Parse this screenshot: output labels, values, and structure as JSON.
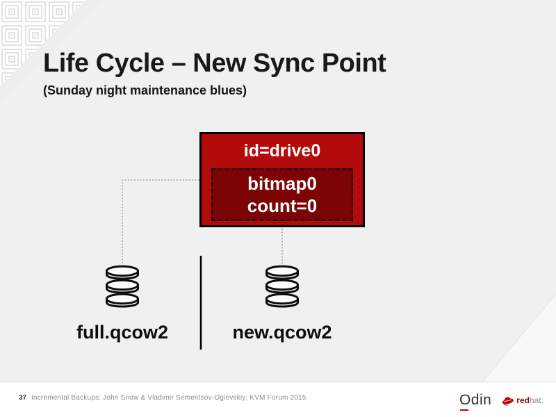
{
  "slide": {
    "title": "Life Cycle – New Sync Point",
    "subtitle": "(Sunday night maintenance blues)"
  },
  "diagram": {
    "drive_box_label": "id=drive0",
    "bitmap_line1": "bitmap0",
    "bitmap_line2": "count=0",
    "left_disk_label": "full.qcow2",
    "right_disk_label": "new.qcow2"
  },
  "footer": {
    "page_number": "37",
    "credit": "Incremental Backups: John Snow & Vladimir Sementsov-Ogievskiy; KVM Forum 2015"
  },
  "logos": {
    "odin": "Odin",
    "redhat_bold": "red",
    "redhat_light": "hat."
  },
  "icons": {
    "left_disk": "database-icon",
    "right_disk": "database-icon",
    "redhat": "fedora-hat-icon"
  },
  "colors": {
    "drive_box_red": "#b30b0b",
    "bitmap_box_dark_red": "#7c0404",
    "slide_background": "#f0f0f0",
    "accent_red": "#cc0000",
    "connector_gray": "#8f8f8f"
  }
}
